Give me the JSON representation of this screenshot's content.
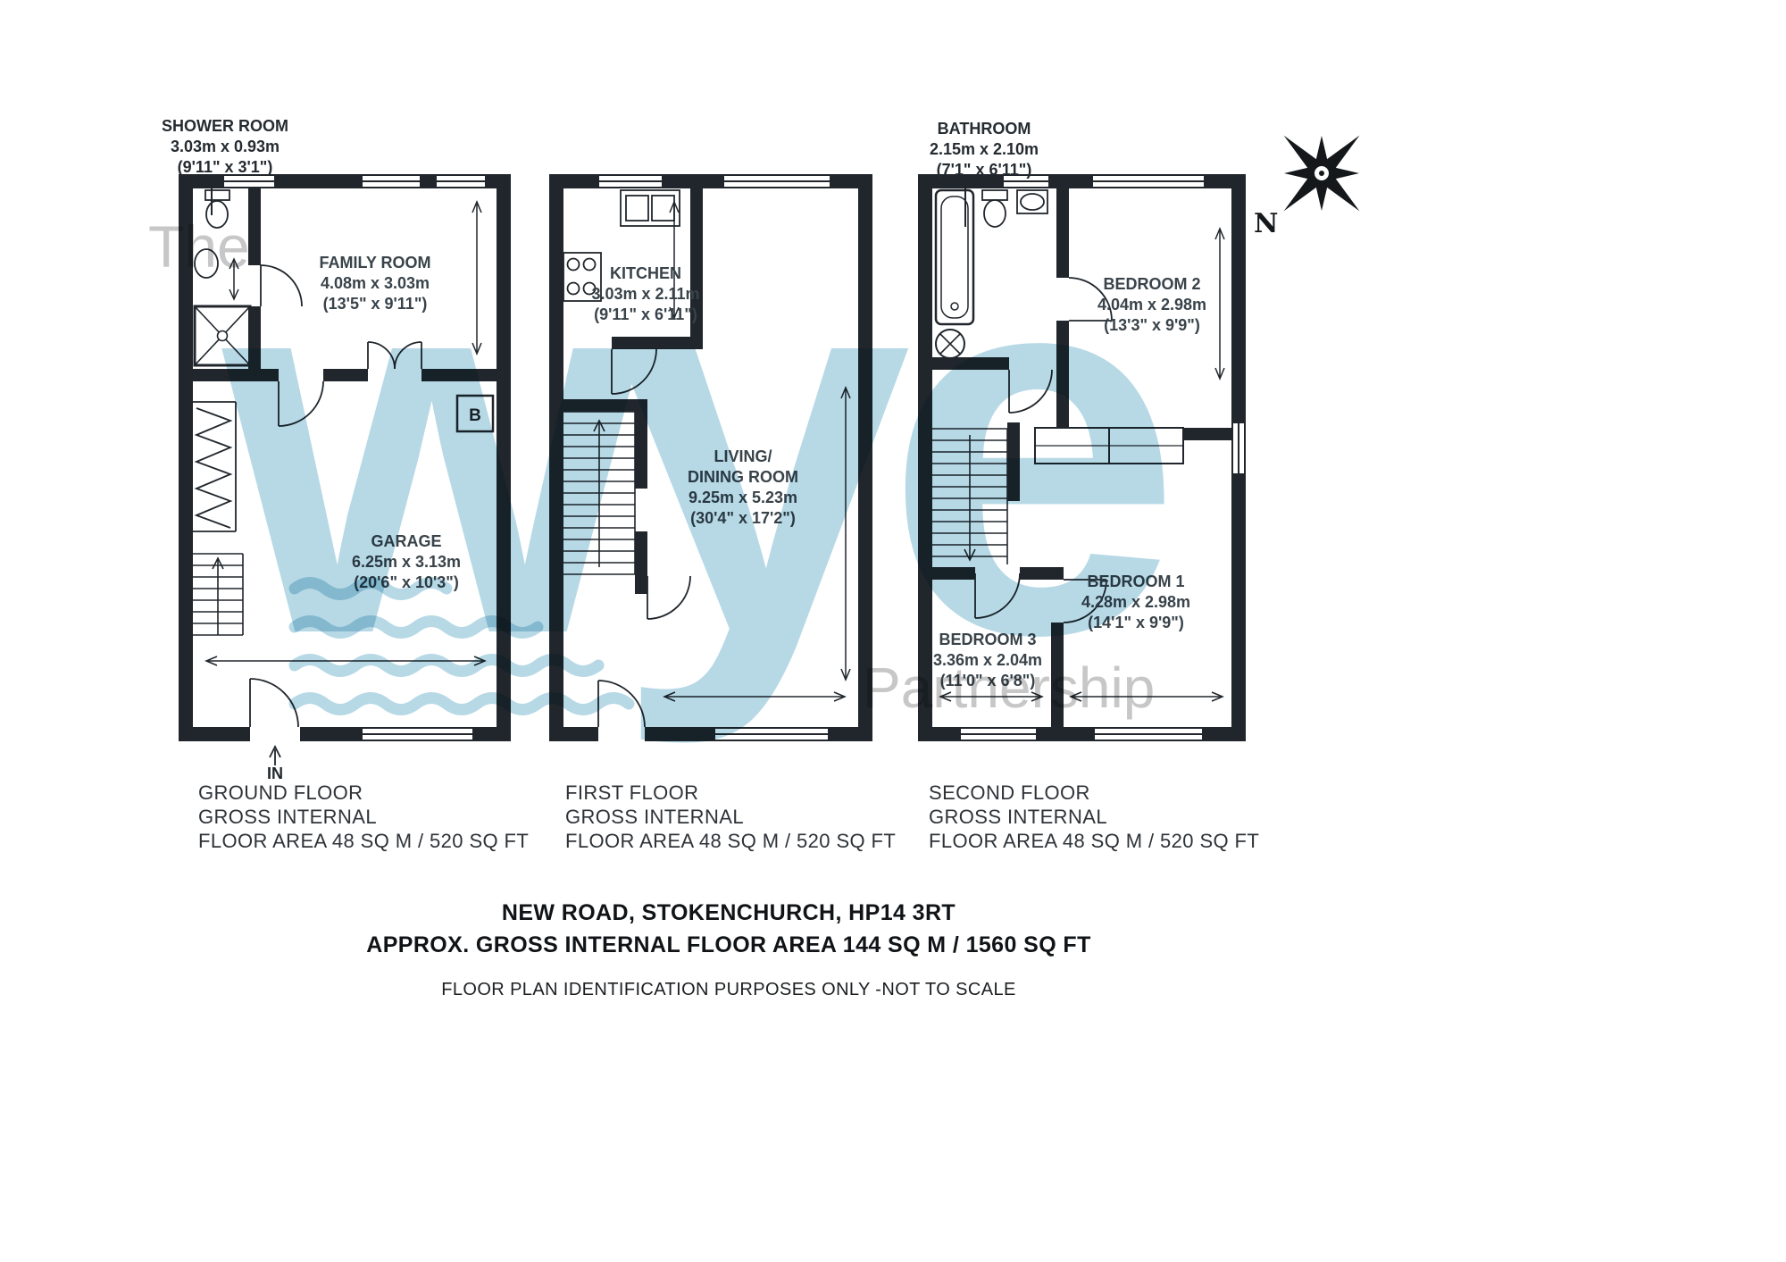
{
  "watermark": {
    "the": "The",
    "wye": "wye",
    "partnership": "Partnership"
  },
  "compass": {
    "north_label": "N"
  },
  "annotations": {
    "entrance": "IN",
    "boiler": "B"
  },
  "callouts": {
    "shower_room": {
      "name": "SHOWER ROOM",
      "metric": "3.03m x 0.93m",
      "imperial": "(9'11\" x 3'1\")"
    },
    "bathroom": {
      "name": "BATHROOM",
      "metric": "2.15m x 2.10m",
      "imperial": "(7'1\" x 6'11\")"
    }
  },
  "floors": [
    {
      "caption": [
        "GROUND FLOOR",
        "GROSS INTERNAL",
        "FLOOR AREA 48 SQ M / 520 SQ FT"
      ],
      "rooms": {
        "family_room": {
          "name": "FAMILY ROOM",
          "metric": "4.08m x 3.03m",
          "imperial": "(13'5\" x 9'11\")"
        },
        "garage": {
          "name": "GARAGE",
          "metric": "6.25m x 3.13m",
          "imperial": "(20'6\" x 10'3\")"
        }
      }
    },
    {
      "caption": [
        "FIRST FLOOR",
        "GROSS INTERNAL",
        "FLOOR AREA 48 SQ M / 520 SQ FT"
      ],
      "rooms": {
        "kitchen": {
          "name": "KITCHEN",
          "metric": "3.03m x 2.11m",
          "imperial": "(9'11\" x 6'11\")"
        },
        "living_dining": {
          "name_line1": "LIVING/",
          "name_line2": "DINING ROOM",
          "metric": "9.25m x 5.23m",
          "imperial": "(30'4\" x 17'2\")"
        }
      }
    },
    {
      "caption": [
        "SECOND FLOOR",
        "GROSS INTERNAL",
        "FLOOR AREA 48 SQ M / 520 SQ FT"
      ],
      "rooms": {
        "bedroom2": {
          "name": "BEDROOM 2",
          "metric": "4.04m x 2.98m",
          "imperial": "(13'3\" x 9'9\")"
        },
        "bedroom1": {
          "name": "BEDROOM 1",
          "metric": "4.28m x 2.98m",
          "imperial": "(14'1\" x 9'9\")"
        },
        "bedroom3": {
          "name": "BEDROOM 3",
          "metric": "3.36m x 2.04m",
          "imperial": "(11'0\" x 6'8\")"
        }
      }
    }
  ],
  "footer": {
    "address": "NEW ROAD, STOKENCHURCH, HP14 3RT",
    "gross_area": "APPROX. GROSS INTERNAL FLOOR AREA 144 SQ M / 1560 SQ FT",
    "disclaimer": "FLOOR PLAN IDENTIFICATION PURPOSES ONLY -NOT TO SCALE"
  }
}
